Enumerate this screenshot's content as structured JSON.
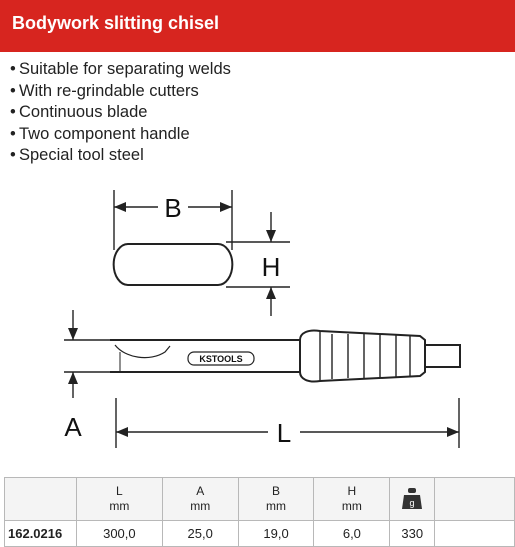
{
  "header": {
    "title": "Bodywork slitting chisel"
  },
  "features": [
    "Suitable for separating welds",
    "With re-grindable cutters",
    "Continuous blade",
    "Two component handle",
    "Special tool steel"
  ],
  "drawing": {
    "labels": {
      "b": "B",
      "h": "H",
      "a": "A",
      "l": "L"
    },
    "brand_logo": "KSTOOLS"
  },
  "table": {
    "columns": [
      {
        "name": "",
        "unit": ""
      },
      {
        "name": "L",
        "unit": "mm"
      },
      {
        "name": "A",
        "unit": "mm"
      },
      {
        "name": "B",
        "unit": "mm"
      },
      {
        "name": "H",
        "unit": "mm"
      },
      {
        "icon": "weight-icon",
        "icon_text": "g"
      }
    ],
    "rows": [
      {
        "article": "162.0216",
        "values": [
          "300,0",
          "25,0",
          "19,0",
          "6,0",
          "330"
        ]
      }
    ]
  },
  "colors": {
    "header_bg": "#d7251f",
    "header_text": "#ffffff"
  }
}
